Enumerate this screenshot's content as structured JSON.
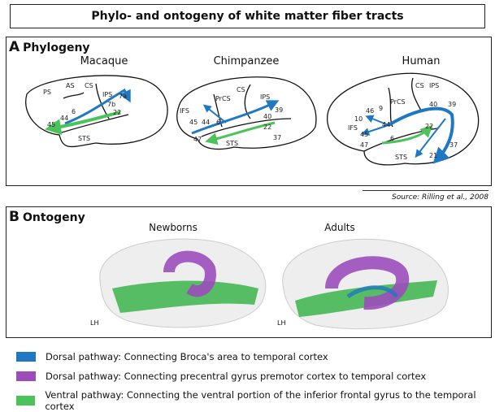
{
  "title": "Phylo- and ontogeny of white matter fiber tracts",
  "phylogeny": {
    "letter": "A",
    "label": "Phylogeny",
    "species": [
      {
        "name": "Macaque",
        "labels": [
          "PS",
          "AS",
          "CS",
          "IPS",
          "7a",
          "7b",
          "22",
          "6",
          "44",
          "45",
          "STS"
        ]
      },
      {
        "name": "Chimpanzee",
        "labels": [
          "IFS",
          "PrCS",
          "CS",
          "IPS",
          "39",
          "40",
          "22",
          "37",
          "45",
          "44",
          "6",
          "47",
          "STS"
        ]
      },
      {
        "name": "Human",
        "labels": [
          "CS",
          "IPS",
          "PrCS",
          "9",
          "46",
          "10",
          "IFS",
          "44",
          "45",
          "47",
          "6",
          "40",
          "39",
          "22",
          "37",
          "21",
          "STS"
        ]
      }
    ],
    "source": "Source: Rilling et al., 2008"
  },
  "ontogeny": {
    "letter": "B",
    "label": "Ontogeny",
    "groups": [
      {
        "name": "Newborns",
        "hemi": "LH"
      },
      {
        "name": "Adults",
        "hemi": "LH"
      }
    ]
  },
  "legend": [
    {
      "color": "#1f78c1",
      "label": "Dorsal pathway: Connecting Broca's area to temporal cortex"
    },
    {
      "color": "#9b4dbb",
      "label": "Dorsal pathway: Connecting precentral gyrus premotor cortex to temporal cortex"
    },
    {
      "color": "#4cc35a",
      "label": "Ventral pathway: Connecting the ventral portion of the inferior frontal gyrus to the temporal cortex"
    }
  ]
}
